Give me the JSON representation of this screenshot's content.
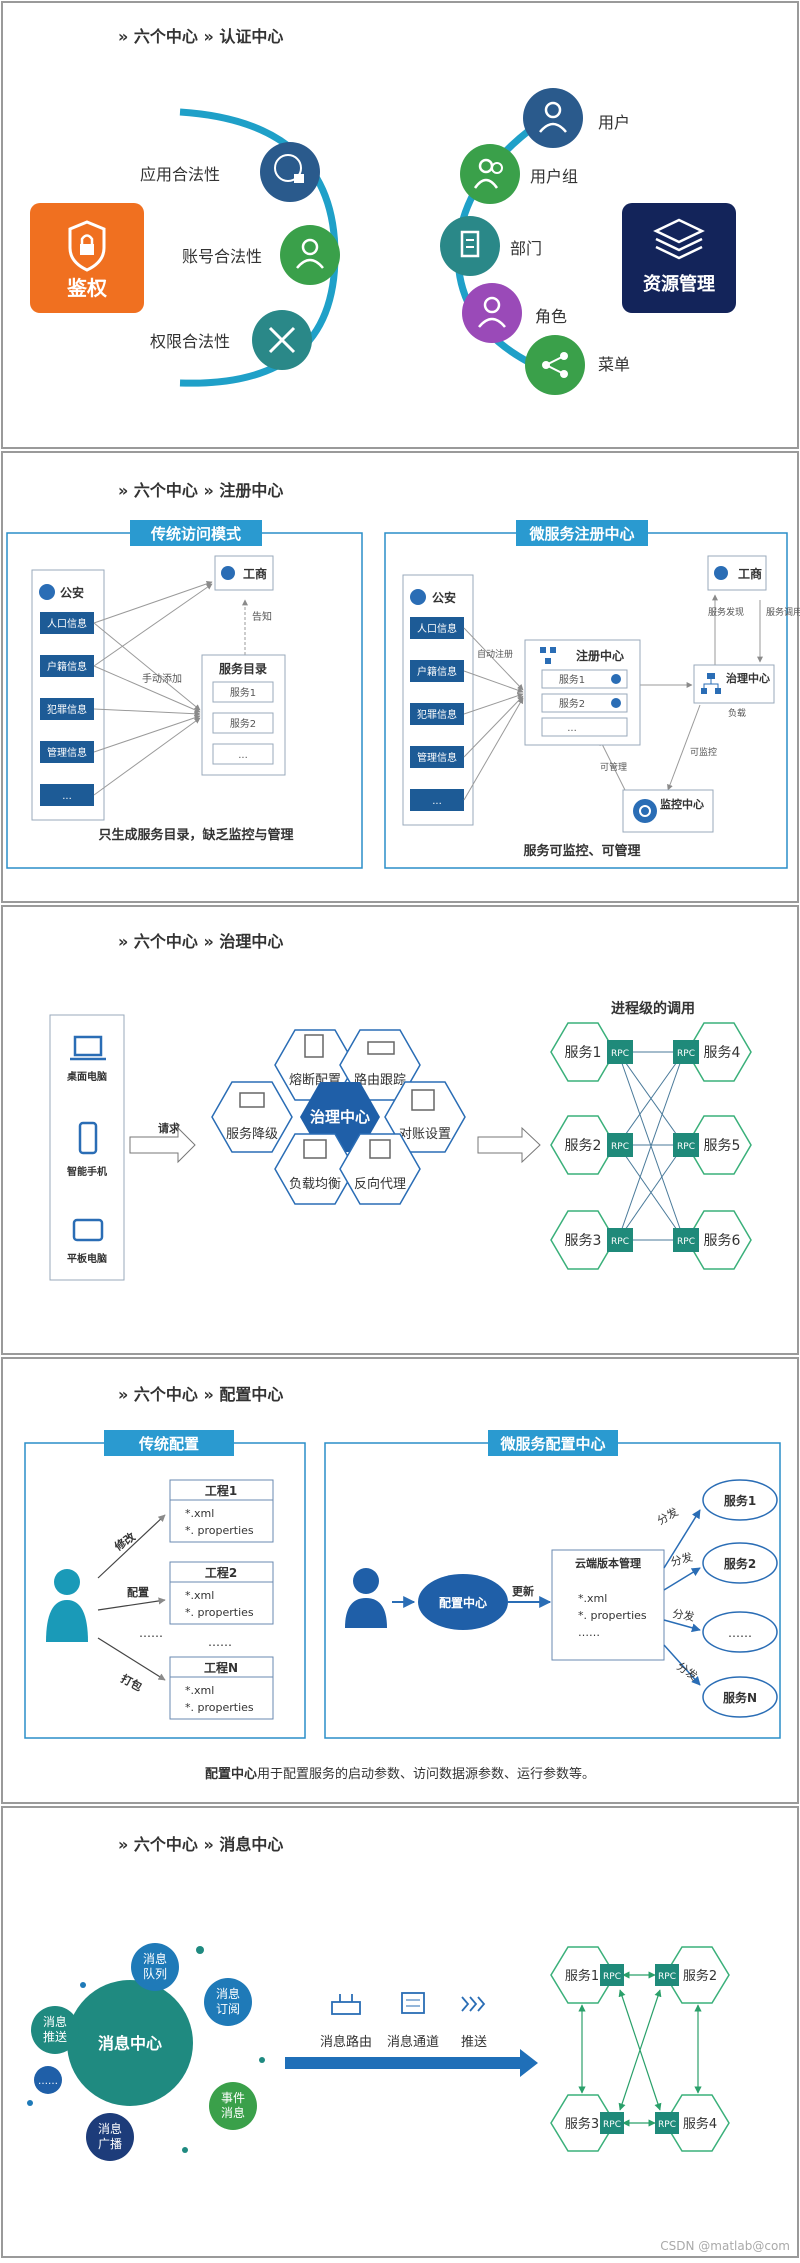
{
  "panel1": {
    "title": "» 六个中心 » 认证中心",
    "auth_label": "鉴权",
    "auth_items": [
      "应用合法性",
      "账号合法性",
      "权限合法性"
    ],
    "resource_label": "资源管理",
    "resource_items": [
      "用户",
      "用户组",
      "部门",
      "角色",
      "菜单"
    ]
  },
  "panel2": {
    "title": "» 六个中心 » 注册中心",
    "left_title": "传统访问模式",
    "right_title": "微服务注册中心",
    "gongan": "公安",
    "gongshang": "工商",
    "infos": [
      "人口信息",
      "户籍信息",
      "犯罪信息",
      "管理信息",
      "..."
    ],
    "catalog_title": "服务目录",
    "catalog_items": [
      "服务1",
      "服务2",
      "..."
    ],
    "manual_add": "手动添加",
    "notify": "告知",
    "left_caption": "只生成服务目录，缺乏监控与管理",
    "auto_register": "自动注册",
    "registry_title": "注册中心",
    "registry_items": [
      "服务1",
      "服务2",
      "..."
    ],
    "governance": "治理中心",
    "service_discovery": "服务发现",
    "service_call": "服务调用",
    "load": "负载",
    "monitorable": "可监控",
    "manageable": "可管理",
    "monitor_center": "监控中心",
    "right_caption": "服务可监控、可管理"
  },
  "panel3": {
    "title": "» 六个中心 » 治理中心",
    "devices": [
      "桌面电脑",
      "智能手机",
      "平板电脑"
    ],
    "request": "请求",
    "center": "治理中心",
    "hexes": [
      "熔断配置",
      "路由跟踪",
      "服务降级",
      "对账设置",
      "负载均衡",
      "反向代理"
    ],
    "process_call": "进程级的调用",
    "services_left": [
      "服务1",
      "服务2",
      "服务3"
    ],
    "services_right": [
      "服务4",
      "服务5",
      "服务6"
    ],
    "rpc": "RPC"
  },
  "panel4": {
    "title": "» 六个中心 » 配置中心",
    "left_title": "传统配置",
    "right_title": "微服务配置中心",
    "projects": [
      {
        "name": "工程1",
        "f1": "*.xml",
        "f2": "*. properties"
      },
      {
        "name": "工程2",
        "f1": "*.xml",
        "f2": "*. properties"
      },
      {
        "name": "工程N",
        "f1": "*.xml",
        "f2": "*. properties"
      }
    ],
    "ellipsis_dots": "……",
    "modify": "修改",
    "configure": "配置",
    "package": "打包",
    "config_center": "配置中心",
    "update": "更新",
    "cloud_title": "云端版本管理",
    "cloud_f1": "*.xml",
    "cloud_f2": "*. properties",
    "dispatch": "分发",
    "services": [
      "服务1",
      "服务2",
      "……",
      "服务N"
    ],
    "caption_bold": "配置中心",
    "caption_rest": "用于配置服务的启动参数、访问数据源参数、运行参数等。"
  },
  "panel5": {
    "title": "» 六个中心 » 消息中心",
    "center": "消息中心",
    "bubbles": [
      "消息\n队列",
      "消息\n订阅",
      "消息\n推送",
      "……",
      "事件\n消息",
      "消息\n广播"
    ],
    "features": [
      "消息路由",
      "消息通道",
      "推送"
    ],
    "services": [
      "服务1",
      "服务2",
      "服务3",
      "服务4"
    ],
    "rpc": "RPC"
  },
  "watermark": "CSDN @matlab@com"
}
